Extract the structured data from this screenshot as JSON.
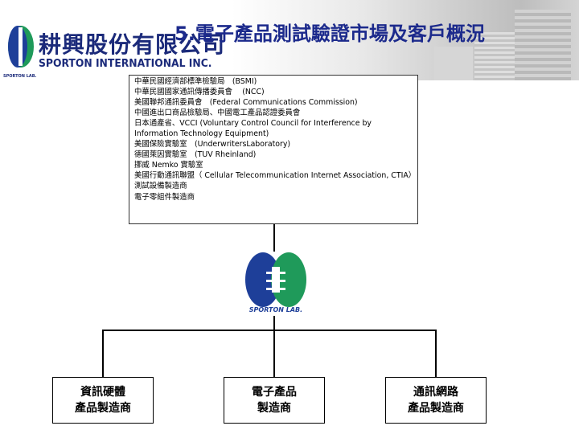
{
  "header": {
    "company_cn": "耕興股份有限公司",
    "company_en": "SPORTON INTERNATIONAL INC.",
    "logo_sub": "SPORTON LAB.",
    "title": "5.電子產品測試驗證市場及客戶概況"
  },
  "agencies": [
    "中華民國經濟部標準檢驗局　(BSMI)",
    "中華民國國家通訊傳播委員會　 (NCC)",
    "美國聯邦通訊委員會　(Federal Communications Commission)",
    "中國進出口商品檢驗局、中國電工產品認證委員會",
    "日本通產省、VCCI (Voluntary Control Council for Interference by Information Technology Equipment)",
    "美國保險實驗室　(UnderwritersLaboratory)",
    "德國萊因實驗室　(TUV Rheinland)",
    "挪威 Nemko 實驗室",
    "美國行動通訊聯盟（ Cellular Telecommunication Internet Association, CTIA）",
    "測試設備製造商",
    "電子零組件製造商"
  ],
  "center_logo": {
    "label": "SPORTON LAB."
  },
  "categories": [
    {
      "line1": "資訊硬體",
      "line2": "產品製造商"
    },
    {
      "line1": "電子產品",
      "line2": "製造商"
    },
    {
      "line1": "通訊網路",
      "line2": "產品製造商"
    }
  ],
  "colors": {
    "title": "#1c2a8c",
    "logo_blue": "#1e3f99",
    "logo_green": "#1f9a5a"
  }
}
